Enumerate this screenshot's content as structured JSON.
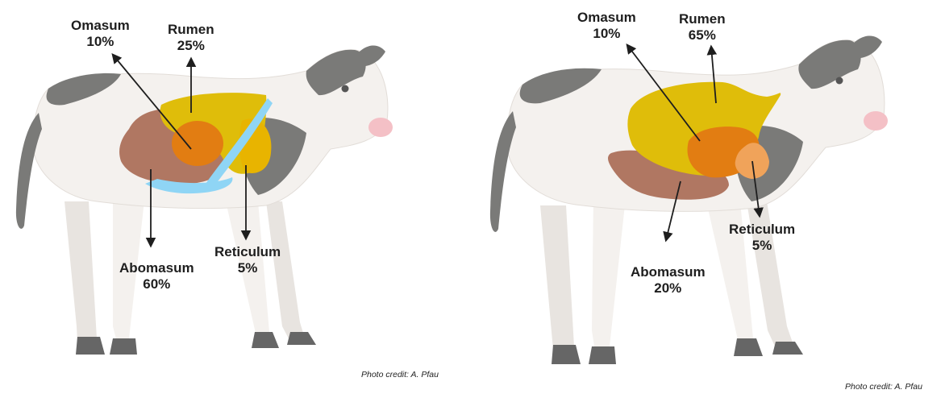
{
  "diagrams": [
    {
      "labels": {
        "omasum": {
          "name": "Omasum",
          "percent": "10%"
        },
        "rumen": {
          "name": "Rumen",
          "percent": "25%"
        },
        "abomasum": {
          "name": "Abomasum",
          "percent": "60%"
        },
        "reticulum": {
          "name": "Reticulum",
          "percent": "5%"
        }
      },
      "credit": "Photo credit:  A. Pfau"
    },
    {
      "labels": {
        "omasum": {
          "name": "Omasum",
          "percent": "10%"
        },
        "rumen": {
          "name": "Rumen",
          "percent": "65%"
        },
        "abomasum": {
          "name": "Abomasum",
          "percent": "20%"
        },
        "reticulum": {
          "name": "Reticulum",
          "percent": "5%"
        }
      },
      "credit": "Photo credit:  A. Pfau"
    }
  ],
  "colors": {
    "rumen": "#dfbd0a",
    "omasum": "#e27d12",
    "abomasum": "#b07762",
    "reticulum_left": "#e8b400",
    "reticulum_right": "#f0a35a",
    "esophageal_groove": "#8fd5f5",
    "cow_white": "#f4f1ee",
    "cow_spots": "#7a7a78",
    "muzzle": "#f4c0c6"
  }
}
